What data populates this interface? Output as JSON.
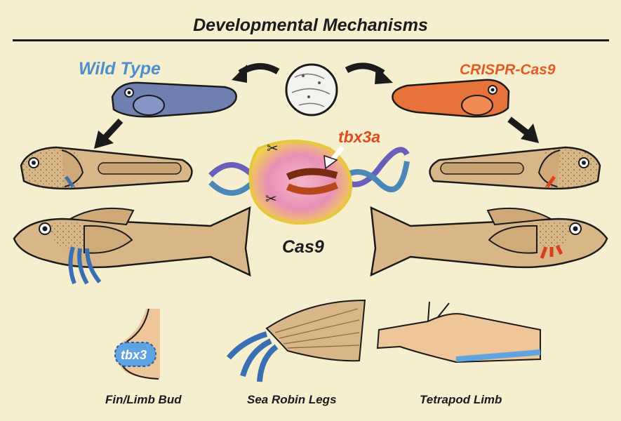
{
  "title": "Developmental Mechanisms",
  "labels": {
    "wild_type": "Wild Type",
    "crispr": "CRISPR-Cas9",
    "gene": "tbx3a",
    "enzyme": "Cas9",
    "limb_bud_marker": "tbx3",
    "fin_limb_bud": "Fin/Limb Bud",
    "sea_robin_legs": "Sea Robin Legs",
    "tetrapod_limb": "Tetrapod Limb"
  },
  "colors": {
    "background": "#f6efcf",
    "wild_type": "#4d8fcc",
    "crispr": "#e45a22",
    "fish": "#d9b688",
    "ink": "#1b1b1b"
  }
}
